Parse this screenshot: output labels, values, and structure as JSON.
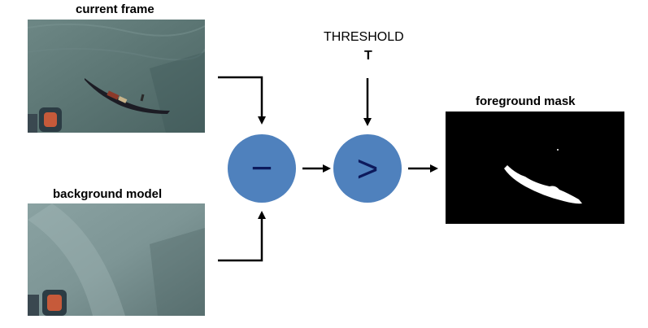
{
  "labels": {
    "current_frame": "current frame",
    "background_model": "background model",
    "threshold_title": "THRESHOLD",
    "threshold_symbol": "T",
    "foreground_mask": "foreground mask"
  },
  "operators": {
    "subtract": "−",
    "compare": ">"
  },
  "colors": {
    "operator_fill": "#4f81bd",
    "operator_text": "#0d1a5c",
    "arrow": "#000000",
    "mask_bg": "#000000",
    "mask_fg": "#ffffff",
    "water_frame": "#5b7573",
    "water_background": "#7d9595"
  }
}
